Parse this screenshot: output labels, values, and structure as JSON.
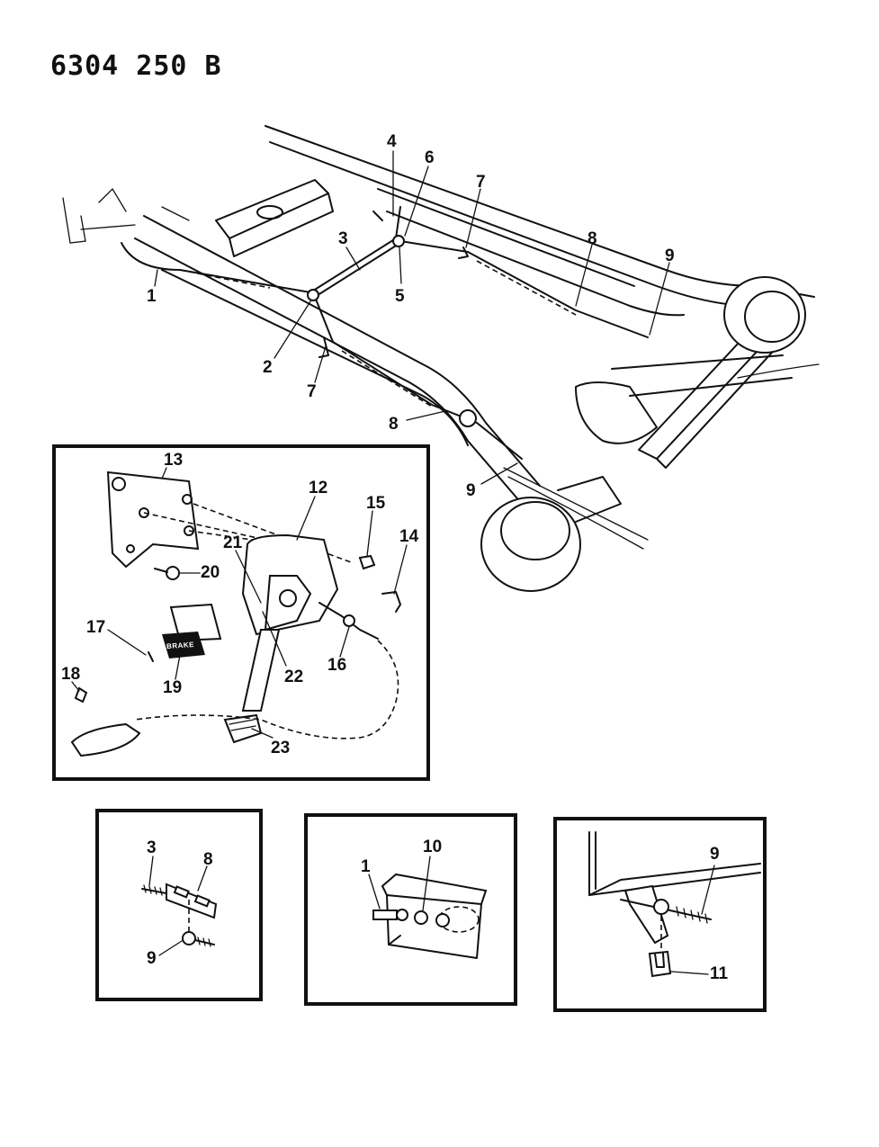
{
  "document": {
    "id": "6304 250 B"
  },
  "pedal_badge": "BRAKE",
  "callouts": {
    "main": [
      "1",
      "2",
      "3",
      "4",
      "5",
      "6",
      "7",
      "7",
      "8",
      "8",
      "9",
      "9"
    ],
    "detail_pedal": [
      "12",
      "13",
      "14",
      "15",
      "16",
      "17",
      "18",
      "19",
      "20",
      "21",
      "22",
      "23"
    ],
    "detail_a": [
      "3",
      "8",
      "9"
    ],
    "detail_b": [
      "1",
      "10"
    ],
    "detail_c": [
      "9",
      "11"
    ]
  }
}
